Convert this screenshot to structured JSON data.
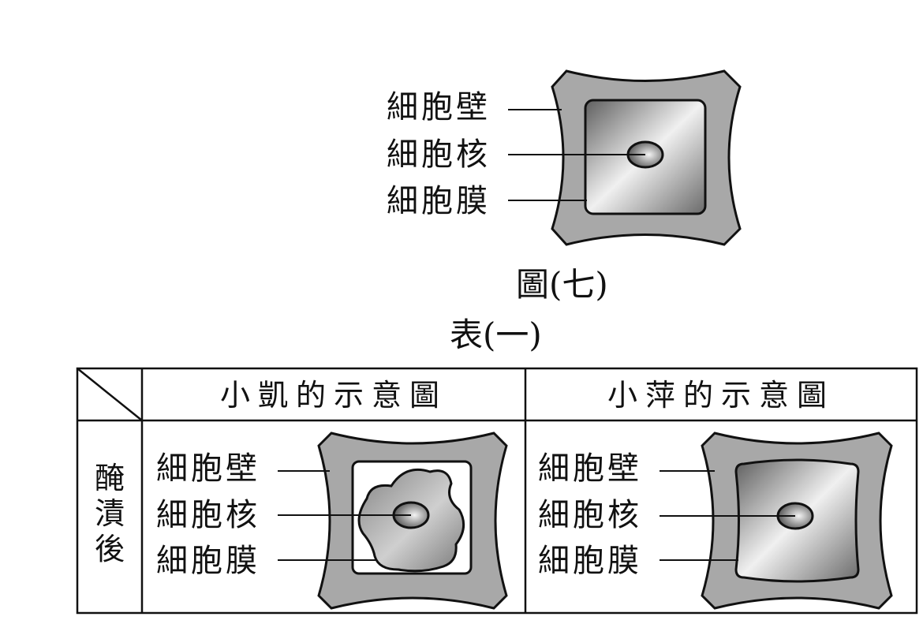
{
  "figure": {
    "caption": "圖(七)",
    "labels": {
      "wall": "細胞壁",
      "nucleus": "細胞核",
      "membrane": "細胞膜"
    }
  },
  "table": {
    "caption": "表(一)",
    "col_headers": [
      "小凱的示意圖",
      "小萍的示意圖"
    ],
    "row_header_chars": [
      "醃",
      "漬",
      "後"
    ],
    "cells": [
      {
        "labels": {
          "wall": "細胞壁",
          "nucleus": "細胞核",
          "membrane": "細胞膜"
        }
      },
      {
        "labels": {
          "wall": "細胞壁",
          "nucleus": "細胞核",
          "membrane": "細胞膜"
        }
      }
    ]
  },
  "colors": {
    "wall_fill": "#a8a8a8",
    "outline": "#111111",
    "cell_dark": "#6a6a6a",
    "cell_light": "#efefef"
  }
}
